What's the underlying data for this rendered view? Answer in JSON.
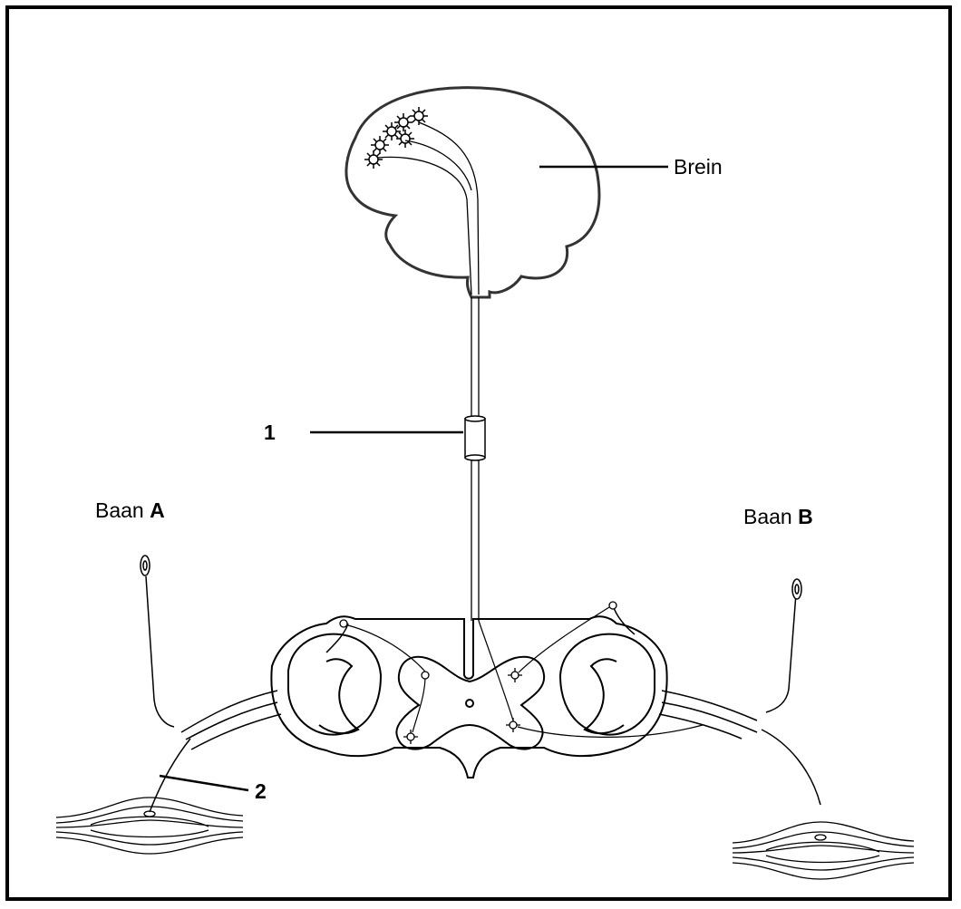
{
  "labels": {
    "brain": "Brein",
    "label_1": "1",
    "label_2": "2",
    "path_a_prefix": "Baan",
    "path_a_letter": "A",
    "path_b_prefix": "Baan",
    "path_b_letter": "B"
  },
  "colors": {
    "line": "#000000",
    "brain_outline": "#333333",
    "background": "#ffffff"
  }
}
